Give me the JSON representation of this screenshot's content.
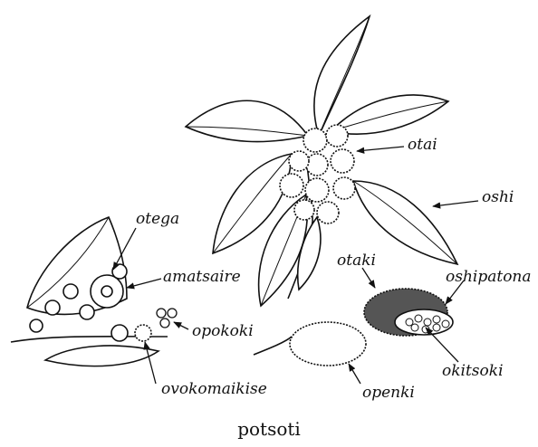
{
  "labels": {
    "otai": "otai",
    "oshi": "oshi",
    "otega": "otega",
    "amatsaire": "amatsaire",
    "opokoki": "opokoki",
    "ovokomaikise": "ovokomaikise",
    "otaki": "otaki",
    "oshipatona": "oshipatona",
    "okitsoki": "okitsoki",
    "openki": "openki"
  },
  "caption": "potsoti"
}
